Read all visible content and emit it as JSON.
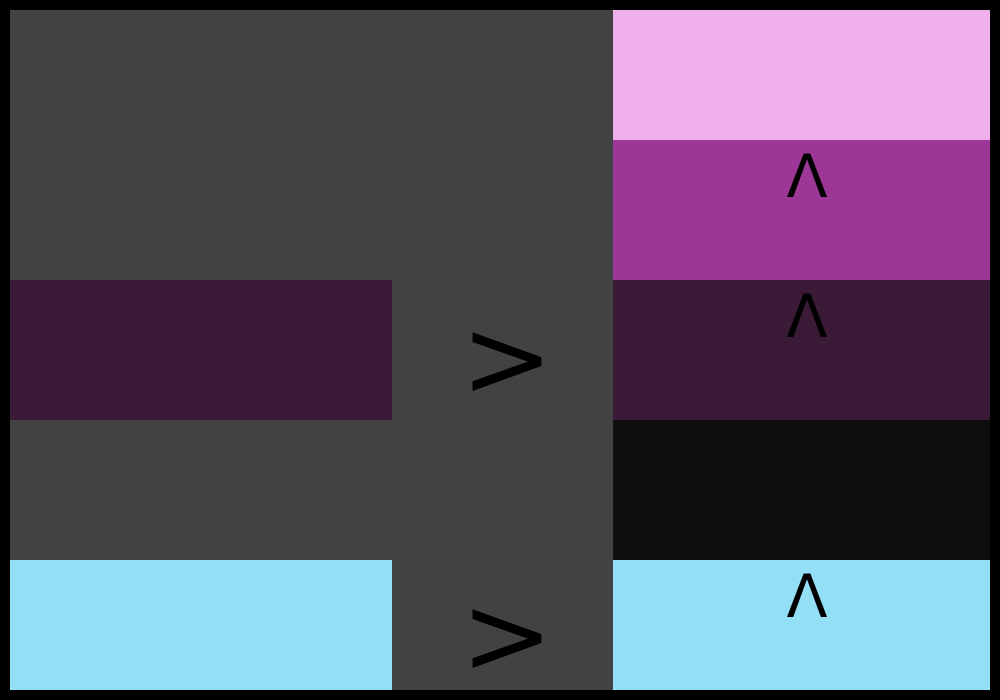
{
  "colors": {
    "border": "#000000",
    "background": "#424242",
    "pink": "#f0aeea",
    "magenta": "#9d3797",
    "plum": "#3a1a37",
    "black": "#0e0e0e",
    "skyblue": "#93dff6",
    "symbol": "#000000"
  },
  "left_column": {
    "blocks": [
      {
        "name": "plum-block",
        "color": "plum"
      },
      {
        "name": "skyblue-block",
        "color": "skyblue"
      }
    ]
  },
  "middle_column": {
    "symbols": [
      {
        "name": "greater-than-upper",
        "text": ">"
      },
      {
        "name": "greater-than-lower",
        "text": ">"
      }
    ]
  },
  "right_column": {
    "blocks": [
      {
        "name": "pink-block",
        "color": "pink"
      },
      {
        "name": "magenta-block",
        "color": "magenta"
      },
      {
        "name": "plum-block",
        "color": "plum"
      },
      {
        "name": "black-block",
        "color": "black"
      },
      {
        "name": "skyblue-block",
        "color": "skyblue"
      }
    ],
    "symbols": [
      {
        "name": "wedge-magenta",
        "text": "Λ"
      },
      {
        "name": "wedge-plum",
        "text": "Λ"
      },
      {
        "name": "wedge-skyblue",
        "text": "Λ"
      }
    ]
  }
}
